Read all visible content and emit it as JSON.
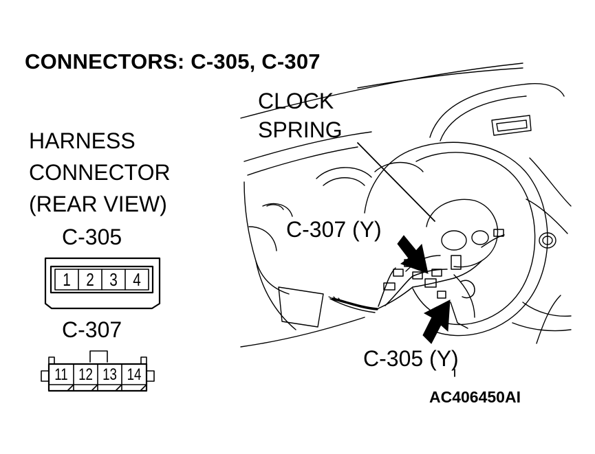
{
  "title": "CONNECTORS: C-305, C-307",
  "harness_label": {
    "line1": "HARNESS",
    "line2": "CONNECTOR",
    "line3": "(REAR VIEW)"
  },
  "connector_a": {
    "name": "C-305",
    "pins": [
      "1",
      "2",
      "3",
      "4"
    ]
  },
  "connector_b": {
    "name": "C-307",
    "pins": [
      "11",
      "12",
      "13",
      "14"
    ]
  },
  "callouts": {
    "clock_spring_line1": "CLOCK",
    "clock_spring_line2": "SPRING",
    "c307": "C-307 (Y)",
    "c305": "C-305 (Y)"
  },
  "figure_code": "AC406450AI"
}
